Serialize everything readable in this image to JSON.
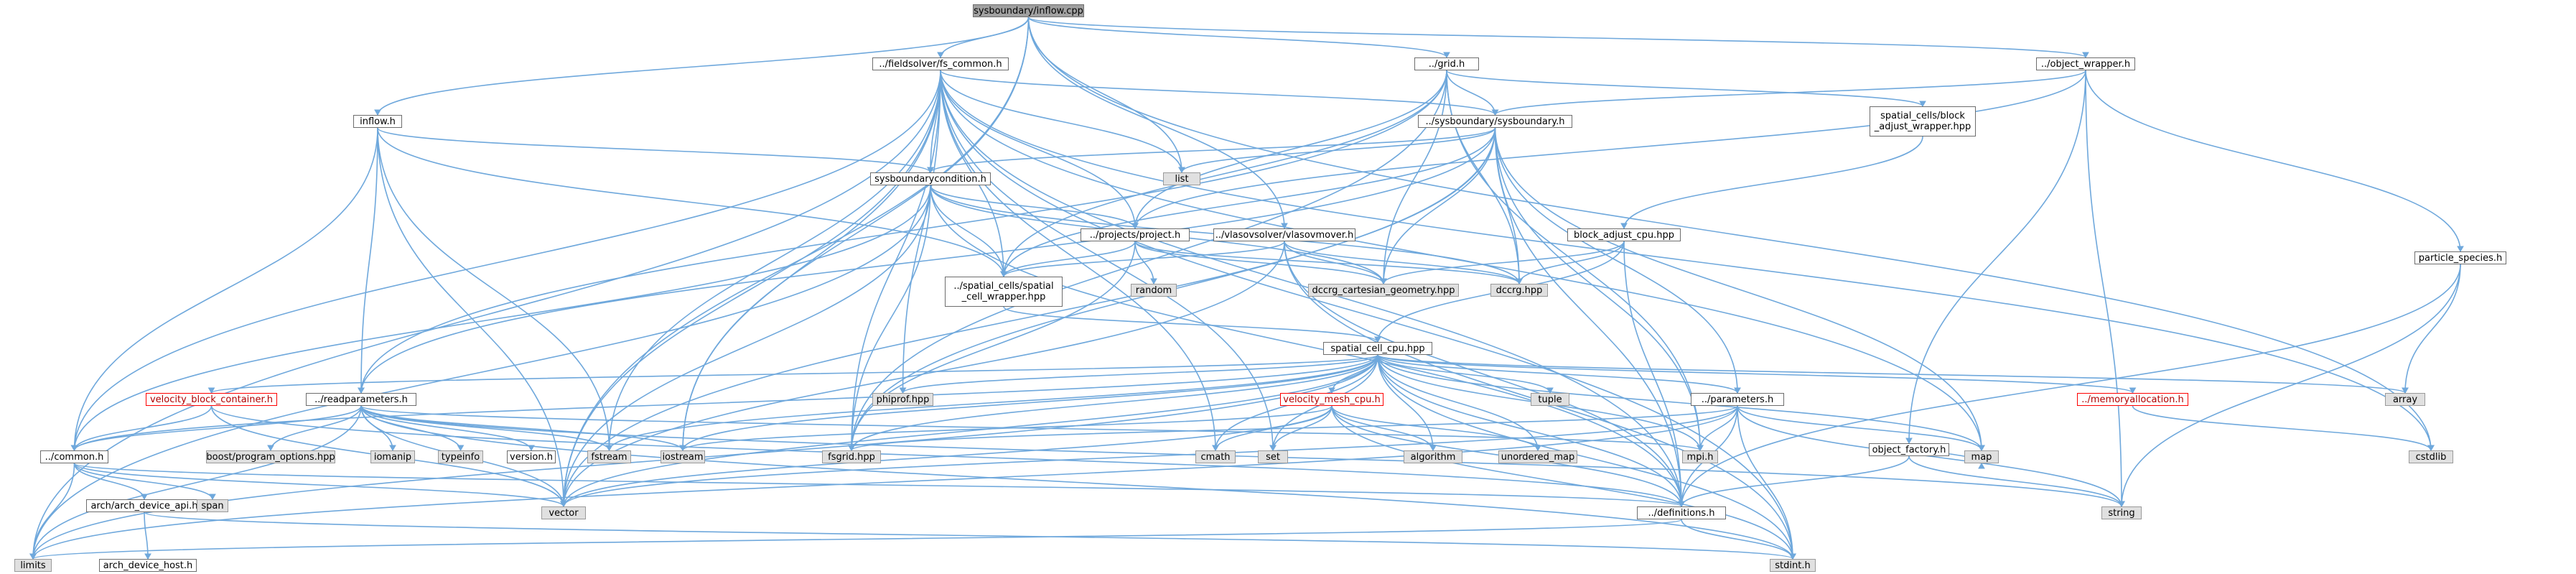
{
  "graph": {
    "nodes": [
      {
        "id": "inflow_cpp",
        "label": "sysboundary/inflow.cpp",
        "kind": "root"
      },
      {
        "id": "fs_common",
        "label": "../fieldsolver/fs_common.h",
        "kind": "file"
      },
      {
        "id": "grid",
        "label": "../grid.h",
        "kind": "file"
      },
      {
        "id": "object_wrapper",
        "label": "../object_wrapper.h",
        "kind": "file"
      },
      {
        "id": "inflow_h",
        "label": "inflow.h",
        "kind": "file"
      },
      {
        "id": "sysboundary_h",
        "label": "../sysboundary/sysboundary.h",
        "kind": "file"
      },
      {
        "id": "block_adjust_wrapper",
        "label": "spatial_cells/block\n_adjust_wrapper.hpp",
        "kind": "file"
      },
      {
        "id": "sysboundarycondition",
        "label": "sysboundarycondition.h",
        "kind": "file"
      },
      {
        "id": "list",
        "label": "list",
        "kind": "sys"
      },
      {
        "id": "project",
        "label": "../projects/project.h",
        "kind": "file"
      },
      {
        "id": "vlasovmover",
        "label": "../vlasovsolver/vlasovmover.h",
        "kind": "file"
      },
      {
        "id": "block_adjust_cpu",
        "label": "block_adjust_cpu.hpp",
        "kind": "file"
      },
      {
        "id": "random",
        "label": "random",
        "kind": "sys"
      },
      {
        "id": "cell_wrapper",
        "label": "../spatial_cells/spatial\n_cell_wrapper.hpp",
        "kind": "file"
      },
      {
        "id": "dccrg_cart",
        "label": "dccrg_cartesian_geometry.hpp",
        "kind": "sys"
      },
      {
        "id": "dccrg",
        "label": "dccrg.hpp",
        "kind": "sys"
      },
      {
        "id": "particle_species",
        "label": "particle_species.h",
        "kind": "file"
      },
      {
        "id": "spatial_cell_cpu",
        "label": "spatial_cell_cpu.hpp",
        "kind": "file"
      },
      {
        "id": "phiprof",
        "label": "phiprof.hpp",
        "kind": "sys"
      },
      {
        "id": "tuple",
        "label": "tuple",
        "kind": "sys"
      },
      {
        "id": "array",
        "label": "array",
        "kind": "sys"
      },
      {
        "id": "velocity_block_container",
        "label": "velocity_block_container.h",
        "kind": "red"
      },
      {
        "id": "readparameters",
        "label": "../readparameters.h",
        "kind": "file"
      },
      {
        "id": "velocity_mesh_cpu",
        "label": "velocity_mesh_cpu.h",
        "kind": "red"
      },
      {
        "id": "parameters",
        "label": "../parameters.h",
        "kind": "file"
      },
      {
        "id": "memoryallocation",
        "label": "../memoryallocation.h",
        "kind": "red"
      },
      {
        "id": "object_factory",
        "label": "object_factory.h",
        "kind": "file"
      },
      {
        "id": "cstdlib",
        "label": "cstdlib",
        "kind": "sys"
      },
      {
        "id": "common",
        "label": "../common.h",
        "kind": "file"
      },
      {
        "id": "boost_po",
        "label": "boost/program_options.hpp",
        "kind": "sys"
      },
      {
        "id": "iomanip",
        "label": "iomanip",
        "kind": "sys"
      },
      {
        "id": "typeinfo",
        "label": "typeinfo",
        "kind": "sys"
      },
      {
        "id": "version",
        "label": "version.h",
        "kind": "file"
      },
      {
        "id": "fstream",
        "label": "fstream",
        "kind": "sys"
      },
      {
        "id": "iostream",
        "label": "iostream",
        "kind": "sys"
      },
      {
        "id": "fsgrid",
        "label": "fsgrid.hpp",
        "kind": "sys"
      },
      {
        "id": "cmath",
        "label": "cmath",
        "kind": "sys"
      },
      {
        "id": "set",
        "label": "set",
        "kind": "sys"
      },
      {
        "id": "algorithm",
        "label": "algorithm",
        "kind": "sys"
      },
      {
        "id": "unordered_map",
        "label": "unordered_map",
        "kind": "sys"
      },
      {
        "id": "mpi",
        "label": "mpi.h",
        "kind": "sys"
      },
      {
        "id": "map",
        "label": "map",
        "kind": "sys"
      },
      {
        "id": "arch_device_api",
        "label": "arch/arch_device_api.h",
        "kind": "file"
      },
      {
        "id": "span",
        "label": "span",
        "kind": "sys"
      },
      {
        "id": "vector",
        "label": "vector",
        "kind": "sys"
      },
      {
        "id": "definitions",
        "label": "../definitions.h",
        "kind": "file"
      },
      {
        "id": "string",
        "label": "string",
        "kind": "sys"
      },
      {
        "id": "limits",
        "label": "limits",
        "kind": "sys"
      },
      {
        "id": "arch_device_host",
        "label": "arch_device_host.h",
        "kind": "file"
      },
      {
        "id": "stdint",
        "label": "stdint.h",
        "kind": "sys"
      }
    ],
    "edges": [
      [
        "inflow_cpp",
        "fs_common"
      ],
      [
        "inflow_cpp",
        "grid"
      ],
      [
        "inflow_cpp",
        "object_wrapper"
      ],
      [
        "inflow_cpp",
        "inflow_h"
      ],
      [
        "inflow_cpp",
        "list"
      ],
      [
        "inflow_cpp",
        "vlasovmover"
      ],
      [
        "inflow_cpp",
        "iostream"
      ],
      [
        "inflow_cpp",
        "vector"
      ],
      [
        "inflow_cpp",
        "cstdlib"
      ],
      [
        "fs_common",
        "sysboundary_h"
      ],
      [
        "fs_common",
        "sysboundarycondition"
      ],
      [
        "fs_common",
        "project"
      ],
      [
        "fs_common",
        "cell_wrapper"
      ],
      [
        "fs_common",
        "phiprof"
      ],
      [
        "fs_common",
        "common"
      ],
      [
        "fs_common",
        "fsgrid"
      ],
      [
        "fs_common",
        "iostream"
      ],
      [
        "fs_common",
        "list"
      ],
      [
        "fs_common",
        "cmath"
      ],
      [
        "fs_common",
        "set"
      ],
      [
        "fs_common",
        "vector"
      ],
      [
        "fs_common",
        "limits"
      ],
      [
        "fs_common",
        "map"
      ],
      [
        "fs_common",
        "cstdlib"
      ],
      [
        "fs_common",
        "stdint"
      ],
      [
        "fs_common",
        "fstream"
      ],
      [
        "fs_common",
        "definitions"
      ],
      [
        "grid",
        "sysboundary_h"
      ],
      [
        "grid",
        "dccrg"
      ],
      [
        "grid",
        "dccrg_cart"
      ],
      [
        "grid",
        "project"
      ],
      [
        "grid",
        "block_adjust_wrapper"
      ],
      [
        "grid",
        "cell_wrapper"
      ],
      [
        "grid",
        "fsgrid"
      ],
      [
        "grid",
        "readparameters"
      ],
      [
        "grid",
        "mpi"
      ],
      [
        "object_wrapper",
        "particle_species"
      ],
      [
        "object_wrapper",
        "object_factory"
      ],
      [
        "object_wrapper",
        "project"
      ],
      [
        "object_wrapper",
        "sysboundary_h"
      ],
      [
        "object_wrapper",
        "string"
      ],
      [
        "inflow_h",
        "sysboundarycondition"
      ],
      [
        "inflow_h",
        "cell_wrapper"
      ],
      [
        "inflow_h",
        "readparameters"
      ],
      [
        "inflow_h",
        "common"
      ],
      [
        "inflow_h",
        "fstream"
      ],
      [
        "inflow_h",
        "vector"
      ],
      [
        "sysboundary_h",
        "sysboundarycondition"
      ],
      [
        "sysboundary_h",
        "list"
      ],
      [
        "sysboundary_h",
        "cell_wrapper"
      ],
      [
        "sysboundary_h",
        "dccrg"
      ],
      [
        "sysboundary_h",
        "dccrg_cart"
      ],
      [
        "sysboundary_h",
        "parameters"
      ],
      [
        "sysboundary_h",
        "definitions"
      ],
      [
        "sysboundary_h",
        "mpi"
      ],
      [
        "sysboundary_h",
        "map"
      ],
      [
        "sysboundary_h",
        "vector"
      ],
      [
        "sysboundary_h",
        "fsgrid"
      ],
      [
        "sysboundary_h",
        "readparameters"
      ],
      [
        "block_adjust_wrapper",
        "block_adjust_cpu"
      ],
      [
        "sysboundarycondition",
        "project"
      ],
      [
        "sysboundarycondition",
        "cell_wrapper"
      ],
      [
        "sysboundarycondition",
        "dccrg"
      ],
      [
        "sysboundarycondition",
        "dccrg_cart"
      ],
      [
        "sysboundarycondition",
        "common"
      ],
      [
        "sysboundarycondition",
        "fsgrid"
      ],
      [
        "sysboundarycondition",
        "vector"
      ],
      [
        "sysboundarycondition",
        "definitions"
      ],
      [
        "sysboundarycondition",
        "limits"
      ],
      [
        "project",
        "random"
      ],
      [
        "project",
        "cell_wrapper"
      ],
      [
        "project",
        "dccrg"
      ],
      [
        "project",
        "dccrg_cart"
      ],
      [
        "project",
        "fsgrid"
      ],
      [
        "vlasovmover",
        "cell_wrapper"
      ],
      [
        "vlasovmover",
        "dccrg"
      ],
      [
        "vlasovmover",
        "dccrg_cart"
      ],
      [
        "vlasovmover",
        "vector"
      ],
      [
        "vlasovmover",
        "stdint"
      ],
      [
        "vlasovmover",
        "definitions"
      ],
      [
        "block_adjust_cpu",
        "spatial_cell_cpu"
      ],
      [
        "block_adjust_cpu",
        "dccrg"
      ],
      [
        "block_adjust_cpu",
        "dccrg_cart"
      ],
      [
        "block_adjust_cpu",
        "definitions"
      ],
      [
        "cell_wrapper",
        "spatial_cell_cpu"
      ],
      [
        "particle_species",
        "array"
      ],
      [
        "particle_species",
        "string"
      ],
      [
        "particle_species",
        "definitions"
      ],
      [
        "spatial_cell_cpu",
        "phiprof"
      ],
      [
        "spatial_cell_cpu",
        "tuple"
      ],
      [
        "spatial_cell_cpu",
        "array"
      ],
      [
        "spatial_cell_cpu",
        "velocity_block_container"
      ],
      [
        "spatial_cell_cpu",
        "velocity_mesh_cpu"
      ],
      [
        "spatial_cell_cpu",
        "parameters"
      ],
      [
        "spatial_cell_cpu",
        "memoryallocation"
      ],
      [
        "spatial_cell_cpu",
        "common"
      ],
      [
        "spatial_cell_cpu",
        "iostream"
      ],
      [
        "spatial_cell_cpu",
        "fsgrid"
      ],
      [
        "spatial_cell_cpu",
        "cmath"
      ],
      [
        "spatial_cell_cpu",
        "set"
      ],
      [
        "spatial_cell_cpu",
        "algorithm"
      ],
      [
        "spatial_cell_cpu",
        "unordered_map"
      ],
      [
        "spatial_cell_cpu",
        "mpi"
      ],
      [
        "spatial_cell_cpu",
        "map"
      ],
      [
        "spatial_cell_cpu",
        "vector"
      ],
      [
        "spatial_cell_cpu",
        "definitions"
      ],
      [
        "spatial_cell_cpu",
        "stdint"
      ],
      [
        "spatial_cell_cpu",
        "limits"
      ],
      [
        "spatial_cell_cpu",
        "fstream"
      ],
      [
        "velocity_block_container",
        "common"
      ],
      [
        "velocity_block_container",
        "vector"
      ],
      [
        "velocity_block_container",
        "definitions"
      ],
      [
        "readparameters",
        "boost_po"
      ],
      [
        "readparameters",
        "iomanip"
      ],
      [
        "readparameters",
        "typeinfo"
      ],
      [
        "readparameters",
        "version"
      ],
      [
        "readparameters",
        "fstream"
      ],
      [
        "readparameters",
        "iostream"
      ],
      [
        "readparameters",
        "common"
      ],
      [
        "readparameters",
        "mpi"
      ],
      [
        "readparameters",
        "vector"
      ],
      [
        "readparameters",
        "string"
      ],
      [
        "readparameters",
        "limits"
      ],
      [
        "readparameters",
        "stdint"
      ],
      [
        "velocity_mesh_cpu",
        "iostream"
      ],
      [
        "velocity_mesh_cpu",
        "cmath"
      ],
      [
        "velocity_mesh_cpu",
        "set"
      ],
      [
        "velocity_mesh_cpu",
        "algorithm"
      ],
      [
        "velocity_mesh_cpu",
        "unordered_map"
      ],
      [
        "velocity_mesh_cpu",
        "vector"
      ],
      [
        "velocity_mesh_cpu",
        "definitions"
      ],
      [
        "velocity_mesh_cpu",
        "stdint"
      ],
      [
        "parameters",
        "fsgrid"
      ],
      [
        "parameters",
        "mpi"
      ],
      [
        "parameters",
        "map"
      ],
      [
        "parameters",
        "vector"
      ],
      [
        "parameters",
        "definitions"
      ],
      [
        "parameters",
        "string"
      ],
      [
        "parameters",
        "limits"
      ],
      [
        "parameters",
        "stdint"
      ],
      [
        "memoryallocation",
        "cstdlib"
      ],
      [
        "object_factory",
        "map"
      ],
      [
        "object_factory",
        "definitions"
      ],
      [
        "object_factory",
        "string"
      ],
      [
        "common",
        "arch_device_api"
      ],
      [
        "common",
        "span"
      ],
      [
        "common",
        "vector"
      ],
      [
        "common",
        "definitions"
      ],
      [
        "common",
        "limits"
      ],
      [
        "arch_device_api",
        "arch_device_host"
      ],
      [
        "arch_device_api",
        "stdint"
      ],
      [
        "definitions",
        "stdint"
      ],
      [
        "definitions",
        "limits"
      ]
    ]
  }
}
